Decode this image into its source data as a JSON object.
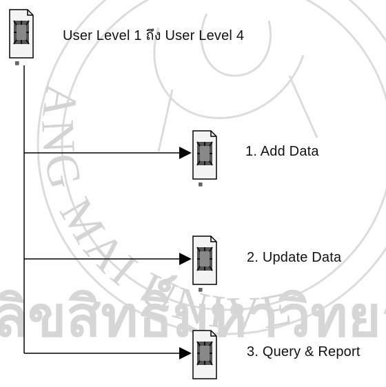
{
  "diagram": {
    "root": {
      "label": "User Level 1 ถึง User Level 4",
      "icon": "document-icon"
    },
    "children": [
      {
        "label": "1. Add Data",
        "icon": "document-icon"
      },
      {
        "label": "2. Update Data",
        "icon": "document-icon"
      },
      {
        "label": "3. Query & Report",
        "icon": "document-icon"
      }
    ]
  },
  "watermark": {
    "arc_text": "ANG MAI UNIVE",
    "thai_text": "ลิขสิทธิ์มหาวิทยาลัย",
    "color": "#d9d9d9"
  }
}
